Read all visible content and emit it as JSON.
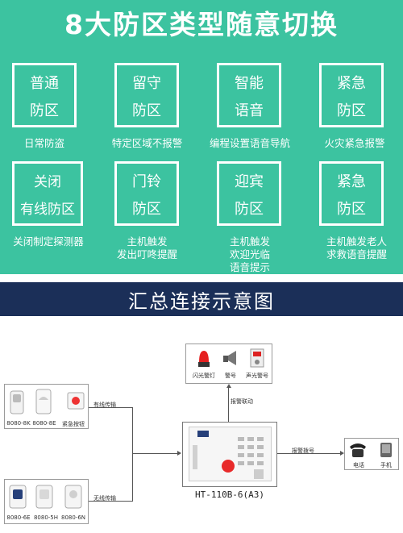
{
  "title": "8大防区类型随意切换",
  "zones": [
    {
      "line1": "普通",
      "line2": "防区",
      "desc": [
        "日常防盗"
      ]
    },
    {
      "line1": "留守",
      "line2": "防区",
      "desc": [
        "特定区域不报警"
      ]
    },
    {
      "line1": "智能",
      "line2": "语音",
      "desc": [
        "编程设置语音导航"
      ]
    },
    {
      "line1": "紧急",
      "line2": "防区",
      "desc": [
        "火灾紧急报警"
      ]
    },
    {
      "line1": "关闭",
      "line2": "有线防区",
      "desc": [
        "关闭制定探测器"
      ]
    },
    {
      "line1": "门铃",
      "line2": "防区",
      "desc": [
        "主机触发",
        "发出叮咚提醒"
      ]
    },
    {
      "line1": "迎宾",
      "line2": "防区",
      "desc": [
        "主机触发",
        "欢迎光临",
        "语音提示"
      ]
    },
    {
      "line1": "紧急",
      "line2": "防区",
      "desc": [
        "主机触发老人",
        "求救语音提醒"
      ]
    }
  ],
  "banner": "汇总连接示意图",
  "diagram": {
    "wired": {
      "items": [
        "8080-8K",
        "8080-8E",
        "紧急按钮"
      ],
      "link": "有线传输"
    },
    "wireless": {
      "items": [
        "8080-6E",
        "8080-5H",
        "8080-6N"
      ],
      "link": "无线传输"
    },
    "alarm": {
      "items": [
        "闪光警灯",
        "警号",
        "声光警号"
      ],
      "link": "报警联动"
    },
    "phone": {
      "items": [
        "电话",
        "手机"
      ],
      "link": "报警拨号"
    },
    "host": {
      "model": "HT-110B-6(A3)"
    }
  },
  "colors": {
    "green": "#3cc3a0",
    "navy": "#1b2f58"
  }
}
